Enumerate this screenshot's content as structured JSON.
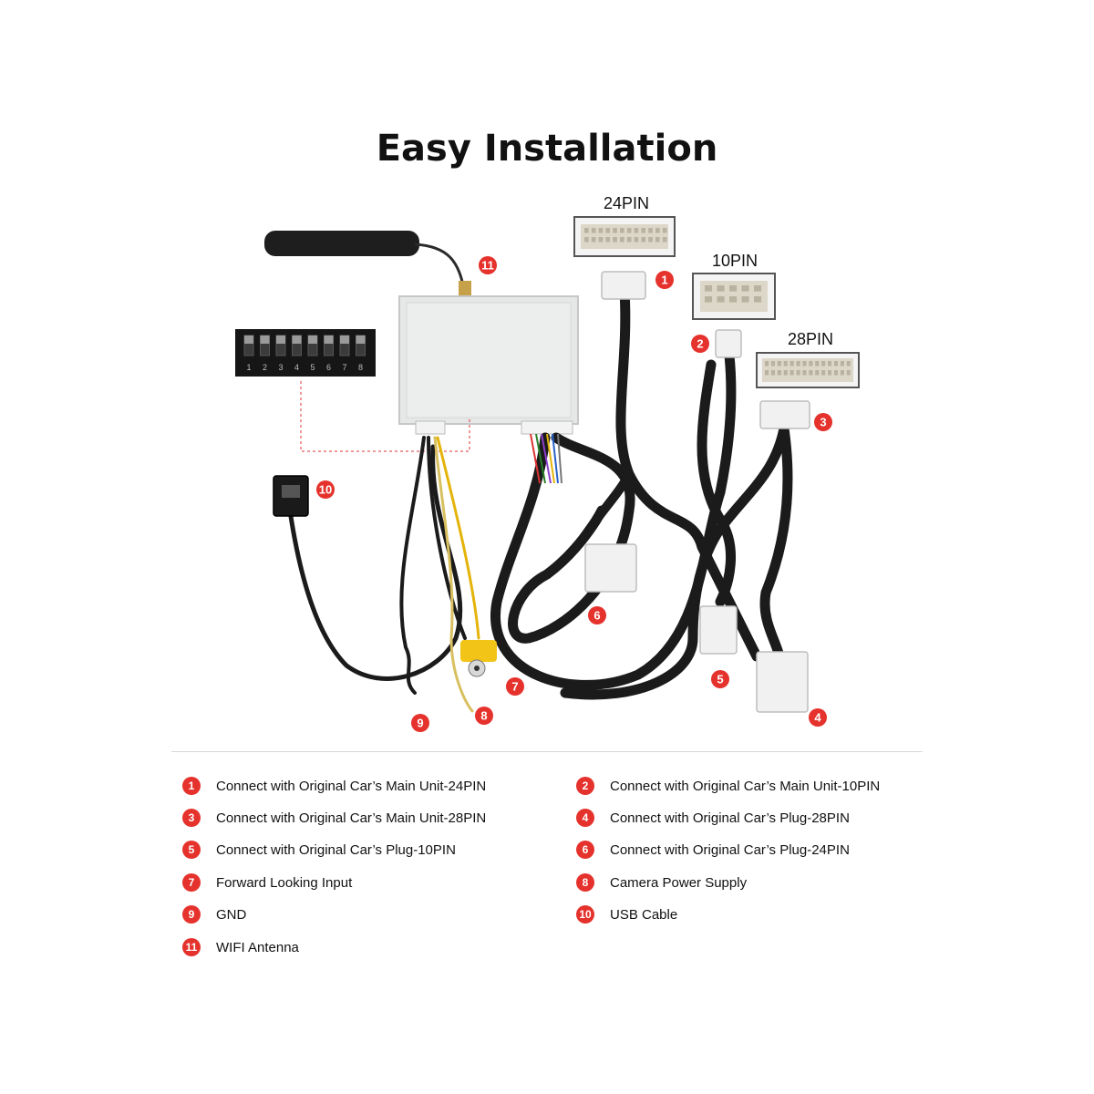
{
  "title": "Easy Installation",
  "connectors": {
    "pin24": "24PIN",
    "pin10": "10PIN",
    "pin28": "28PIN"
  },
  "dip_numbers": [
    "1",
    "2",
    "3",
    "4",
    "5",
    "6",
    "7",
    "8"
  ],
  "badges": [
    "1",
    "2",
    "3",
    "4",
    "5",
    "6",
    "7",
    "8",
    "9",
    "10",
    "11"
  ],
  "legend": [
    {
      "num": "1",
      "text": "Connect with Original Car’s Main Unit-24PIN"
    },
    {
      "num": "2",
      "text": "Connect with Original Car’s Main Unit-10PIN"
    },
    {
      "num": "3",
      "text": "Connect with Original Car’s Main Unit-28PIN"
    },
    {
      "num": "4",
      "text": "Connect with Original Car’s Plug-28PIN"
    },
    {
      "num": "5",
      "text": "Connect with Original Car’s Plug-10PIN"
    },
    {
      "num": "6",
      "text": "Connect with Original Car’s Plug-24PIN"
    },
    {
      "num": "7",
      "text": "Forward Looking Input"
    },
    {
      "num": "8",
      "text": "Camera Power Supply"
    },
    {
      "num": "9",
      "text": "GND"
    },
    {
      "num": "10",
      "text": "USB Cable"
    },
    {
      "num": "11",
      "text": "WIFI Antenna"
    }
  ],
  "colors": {
    "badge": "#e5322c",
    "cable": "#1b1b1b",
    "module": "#e6e8e8",
    "connector": "#f1f1f1",
    "rca": "#f2c418"
  }
}
